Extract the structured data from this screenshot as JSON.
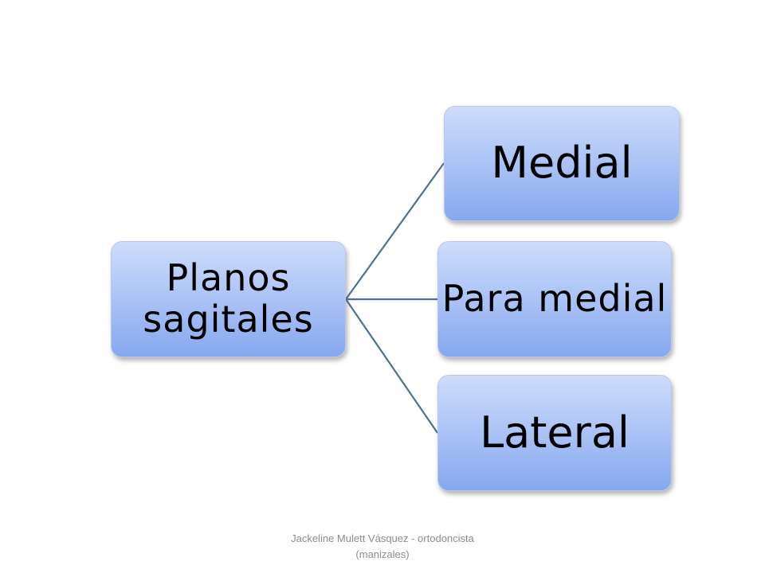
{
  "diagram": {
    "root": {
      "label": "Planos sagitales"
    },
    "children": [
      {
        "label": "Medial"
      },
      {
        "label": "Para medial"
      },
      {
        "label": "Lateral"
      }
    ],
    "connector_color": "#4f6f96",
    "node_fill_top": "#cddcfb",
    "node_fill_bottom": "#86a8ee"
  },
  "footer": {
    "text": "Jackeline Mulett Vásquez - ortodoncista (manizales)"
  }
}
